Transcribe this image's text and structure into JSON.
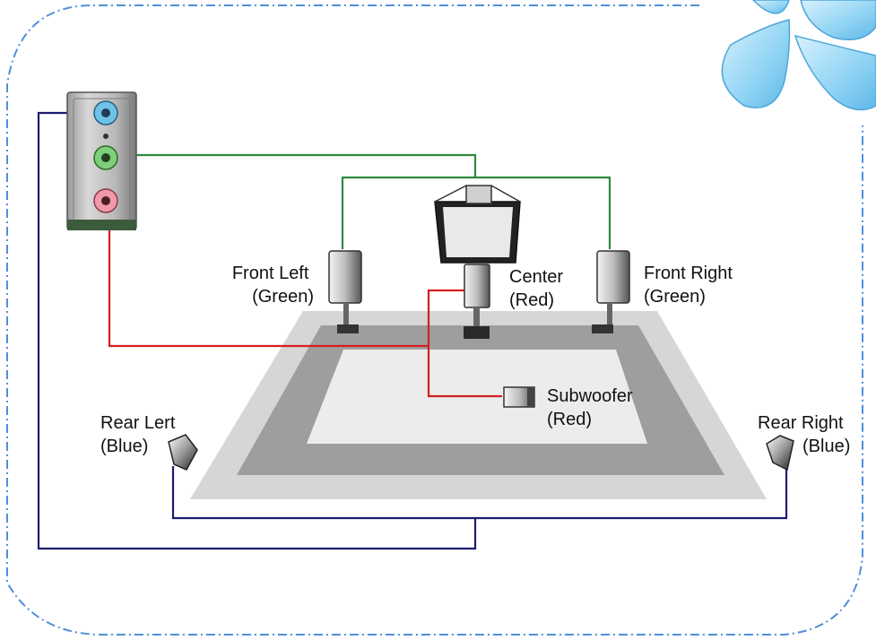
{
  "labels": {
    "front_left": [
      "Front Left",
      "(Green)"
    ],
    "center": [
      "Center",
      "(Red)"
    ],
    "front_right": [
      "Front Right",
      "(Green)"
    ],
    "subwoofer": [
      "Subwoofer",
      "(Red)"
    ],
    "rear_left": [
      "Rear Lert",
      "(Blue)"
    ],
    "rear_right": [
      "Rear Right",
      "(Blue)"
    ]
  },
  "colors": {
    "border": "#4f8fdc",
    "green_line": "#2e8b3e",
    "red_line": "#d32020",
    "blue_line": "#1c1c6e",
    "floor_outer": "#d6d6d6",
    "floor_band": "#9e9e9e",
    "floor_inner": "#ececec",
    "jack_blue": "#6fc3e6",
    "jack_green": "#7ecf7a",
    "jack_pink": "#f09aa8",
    "petal": "#8fd3f4"
  },
  "icons": {
    "audio_panel": "audio-jack-panel",
    "speaker": "speaker-icon",
    "logo": "water-drop-petals"
  }
}
